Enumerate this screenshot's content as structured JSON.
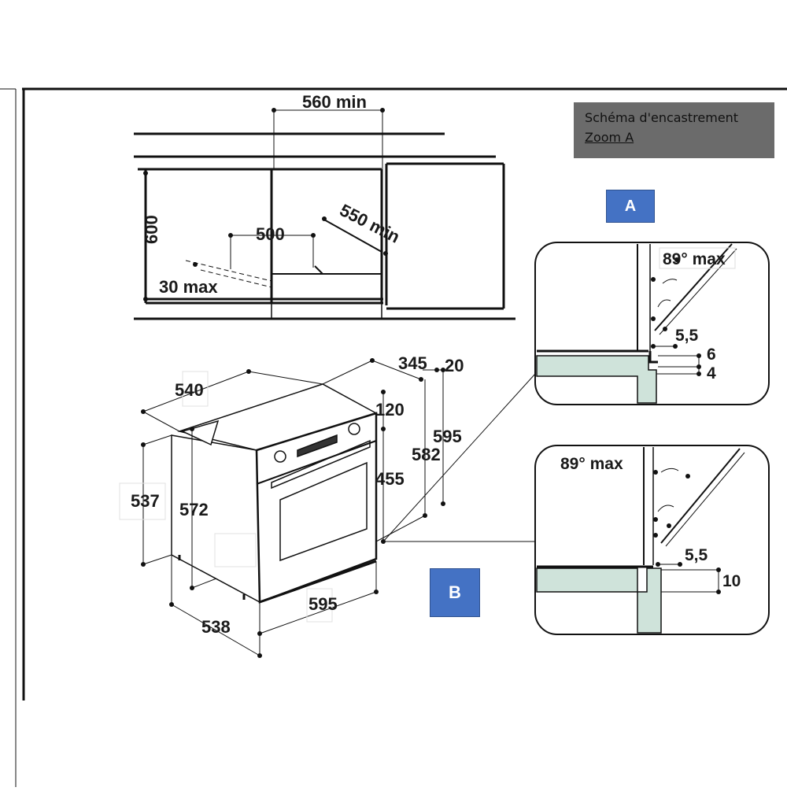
{
  "legend": {
    "title": "Schéma d'encastrement",
    "subtitle": "Zoom A"
  },
  "tags": {
    "a": "A",
    "b": "B"
  },
  "cabinet": {
    "width_min": "560 min",
    "height": "600",
    "opening": "500",
    "depth_min": "550 min",
    "gap_max": "30 max"
  },
  "oven": {
    "depth_top": "540",
    "depth_side": "345",
    "offset": "20",
    "panel_height": "120",
    "height_total": "595",
    "height_body": "582",
    "door_height": "455",
    "left_height": "537",
    "side_height": "572",
    "width": "595",
    "depth_bottom": "538"
  },
  "zoom_a": {
    "angle": "89° max",
    "gap": "5,5",
    "offset1": "6",
    "offset2": "4"
  },
  "zoom_b": {
    "angle": "89° max",
    "gap": "5,5",
    "offset": "10"
  },
  "colors": {
    "tag_blue": "#4472c4",
    "legend_grey": "#6b6b6b",
    "wall_fill": "#cfe3da"
  }
}
